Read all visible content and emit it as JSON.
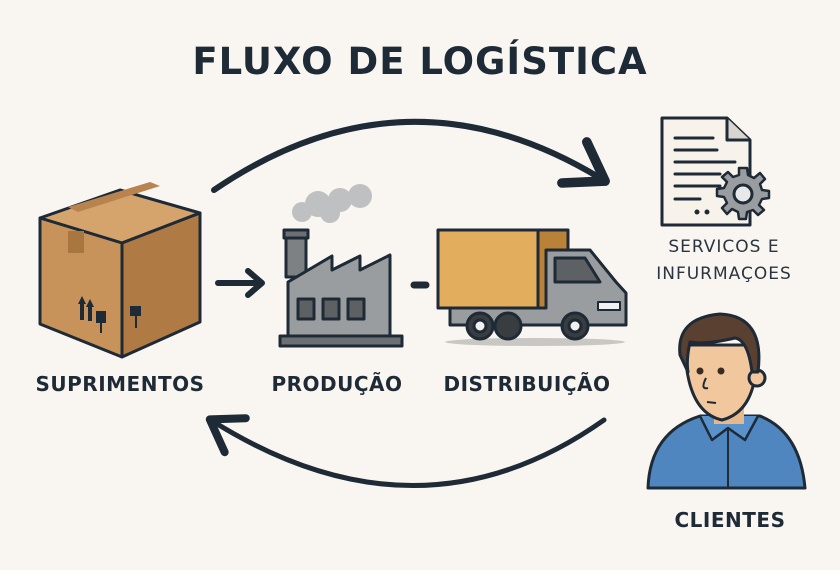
{
  "title": "FLUXO DE LOGÍSTICA",
  "nodes": {
    "supplies": {
      "label": "SUPRIMENTOS",
      "icon": "cardboard-box-icon"
    },
    "production": {
      "label": "PRODUÇÃO",
      "icon": "factory-icon"
    },
    "distribution": {
      "label": "DISTRIBUIÇÃO",
      "icon": "delivery-truck-icon"
    },
    "services": {
      "label_line1": "SERVICOS E",
      "label_line2": "INFURMAÇOES",
      "icon": "document-gear-icon"
    },
    "clients": {
      "label": "CLIENTES",
      "icon": "person-icon"
    }
  },
  "edges": [
    {
      "from": "supplies",
      "to": "services",
      "style": "curved-arrow-top"
    },
    {
      "from": "supplies",
      "to": "production",
      "style": "straight-arrow"
    },
    {
      "from": "production",
      "to": "distribution",
      "style": "dash-connector"
    },
    {
      "from": "clients",
      "to": "supplies",
      "style": "curved-arrow-bottom"
    }
  ],
  "colors": {
    "background": "#f9f6f1",
    "ink": "#1e2a36",
    "box": "#c8935a",
    "truck_cargo": "#e2ad5c",
    "factory": "#8e9194",
    "shirt": "#4f86c0",
    "skin": "#f1c79e",
    "hair": "#5a4030"
  }
}
